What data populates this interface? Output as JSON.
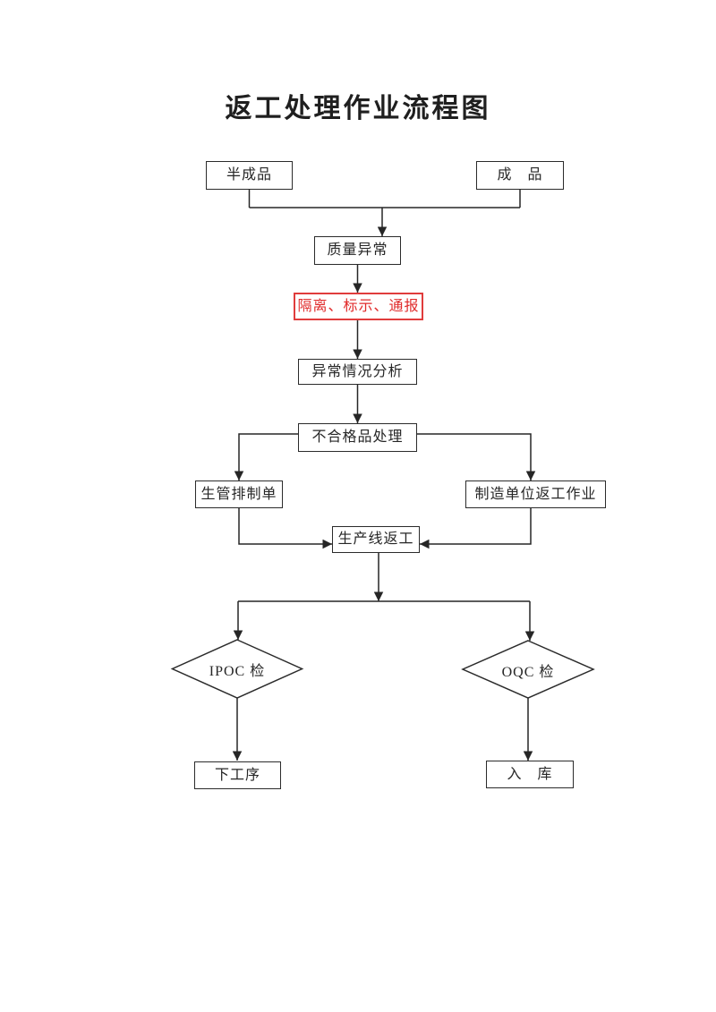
{
  "page": {
    "title": "返工处理作业流程图",
    "background": "#ffffff"
  },
  "colors": {
    "line": "#262626",
    "text": "#262626",
    "highlight_red": "#e02b2b"
  },
  "nodes": {
    "semi_finished": "半成品",
    "finished": "成　品",
    "quality_abnormal": "质量异常",
    "isolate_mark_notify": "隔离、标示、通报",
    "abnormal_analysis": "异常情况分析",
    "nonconforming_handling": "不合格品处理",
    "production_control_order": "生管排制单",
    "manufacturing_unit_rework": "制造单位返工作业",
    "production_line_rework": "生产线返工",
    "ipoc_check": "IPOC 检",
    "oqc_check": "OQC 检",
    "next_process": "下工序",
    "warehouse": "入　库"
  }
}
